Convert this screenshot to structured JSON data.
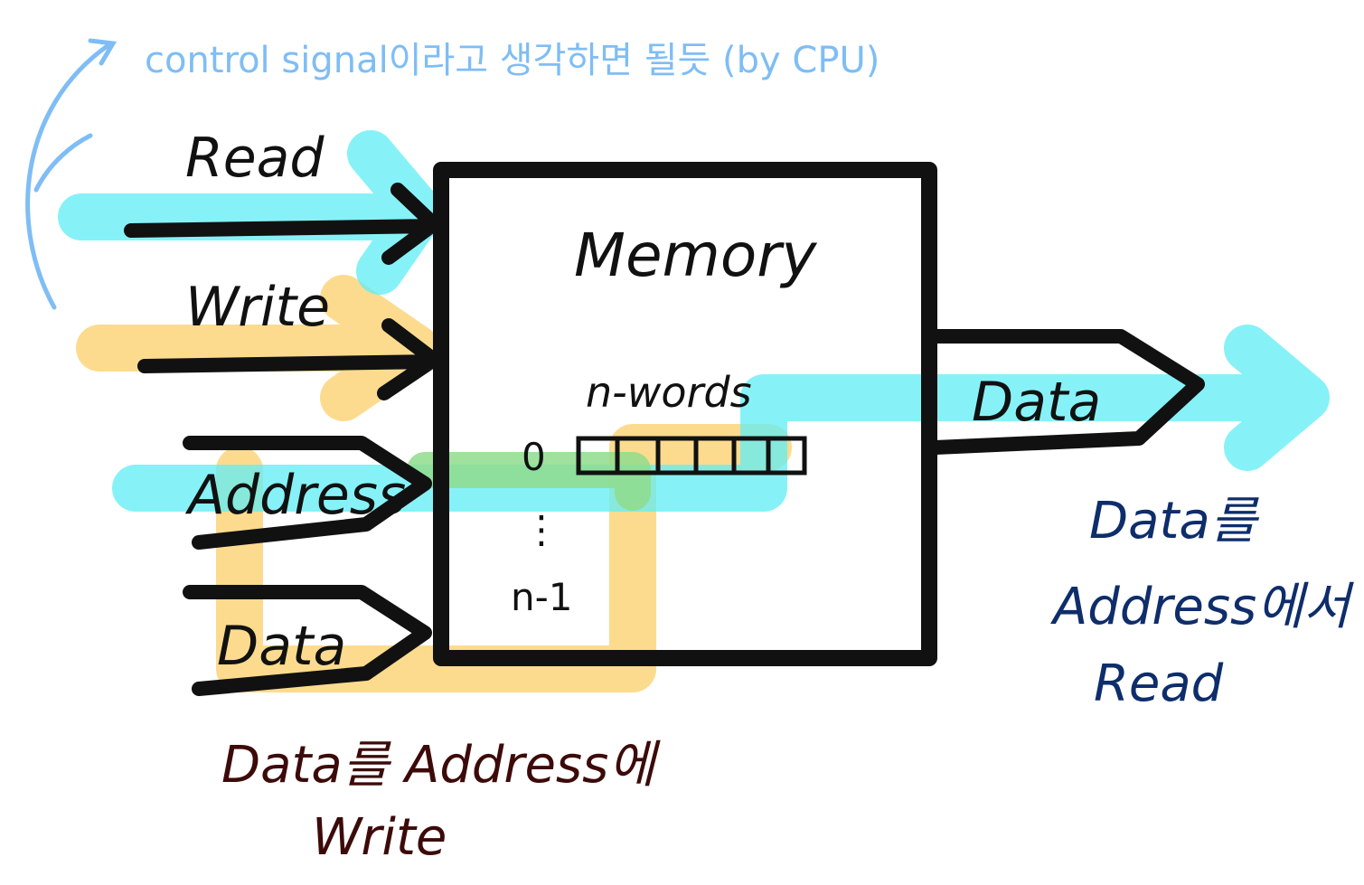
{
  "control_note": "control signal이라고 생각하면 될듯 (by CPU)",
  "inputs": {
    "read": "Read",
    "write": "Write",
    "address": "Address",
    "data": "Data"
  },
  "memory": {
    "title": "Memory",
    "words": "n-words",
    "index_start": "0",
    "index_dots": "⋮",
    "index_end": "n-1"
  },
  "output": {
    "data": "Data"
  },
  "notes": {
    "read_note_line1": "Data를",
    "read_note_line2": "Address에서",
    "read_note_line3": "Read",
    "write_note_line1": "Data를 Address에",
    "write_note_line2": "Write"
  },
  "colors": {
    "read_highlight": "#5eeef5",
    "write_highlight": "#fdd57a",
    "address_overlap": "#8fdc8c",
    "control_note": "#7fbdf5",
    "read_note": "#0e2d6b",
    "write_note": "#3d0a0a",
    "stroke": "#111111"
  }
}
